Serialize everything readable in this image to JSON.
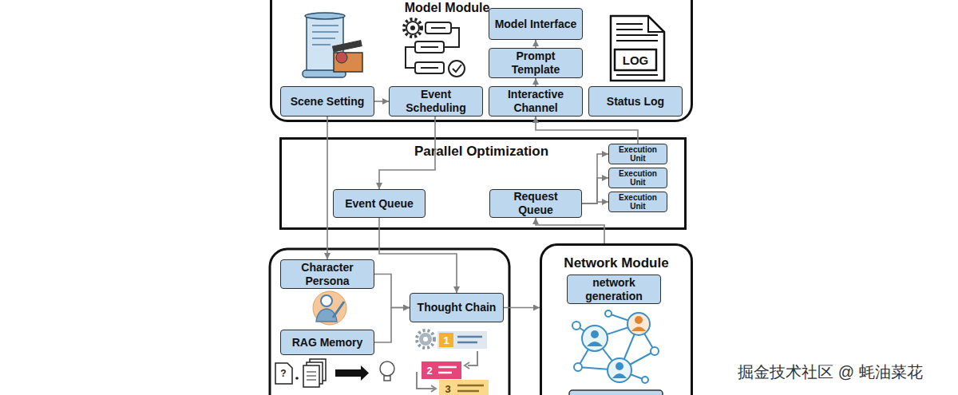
{
  "diagram": {
    "nodes": [
      {
        "text": [
          "Model Module"
        ]
      },
      {
        "text": [
          "Scene Setting"
        ],
        "in": 0
      },
      {
        "text": [
          "Event Scheduling"
        ],
        "in": 0
      },
      {
        "text": [
          "Model Interface"
        ],
        "in": 0
      },
      {
        "text": [
          "Prompt Template"
        ],
        "in": 0
      },
      {
        "text": [
          "Interactive Channel"
        ],
        "in": 0
      },
      {
        "text": [
          "Status Log"
        ],
        "in": 0
      },
      {
        "text": [
          "Parallel Optimization"
        ]
      },
      {
        "text": [
          "Execution Unit"
        ],
        "in": 7
      },
      {
        "text": [
          "Execution Unit"
        ],
        "in": 7
      },
      {
        "text": [
          "Execution Unit"
        ],
        "in": 7
      },
      {
        "text": [
          "Event Queue"
        ],
        "in": 7
      },
      {
        "text": [
          "Request Queue"
        ],
        "in": 7
      },
      {
        "text": [
          "Character Persona"
        ]
      },
      {
        "text": [
          "Thought Chain"
        ]
      },
      {
        "text": [
          "RAG Memory"
        ]
      },
      {
        "text": [
          "Network Module"
        ]
      },
      {
        "text": [
          "network generation"
        ],
        "in": 16
      }
    ],
    "edges": [
      {
        "from": 1,
        "to": 2,
        "arrow": "to"
      },
      {
        "from": 2,
        "to": 11,
        "arrow": "to"
      },
      {
        "from": 1,
        "to": 13,
        "arrow": "to"
      },
      {
        "from": 11,
        "to": 14,
        "arrow": "to"
      },
      {
        "from": 13,
        "to": 14,
        "arrow": "to"
      },
      {
        "from": 15,
        "to": 14,
        "arrow": "to"
      },
      {
        "from": 14,
        "to": 16,
        "arrow": "to"
      },
      {
        "from": 16,
        "to": 12,
        "arrow": "to"
      },
      {
        "from": 12,
        "to": 8,
        "arrow": "to"
      },
      {
        "from": 12,
        "to": 9,
        "arrow": "to"
      },
      {
        "from": 12,
        "to": 10,
        "arrow": "to"
      },
      {
        "from": 8,
        "to": 5,
        "arrow": "to"
      },
      {
        "from": 5,
        "to": 4,
        "arrow": "to"
      },
      {
        "from": 4,
        "to": 3,
        "arrow": "to"
      }
    ],
    "labels": [
      "LOG",
      "1",
      "2",
      "?",
      "3",
      "掘金技术社区 @ 蚝油菜花"
    ]
  }
}
